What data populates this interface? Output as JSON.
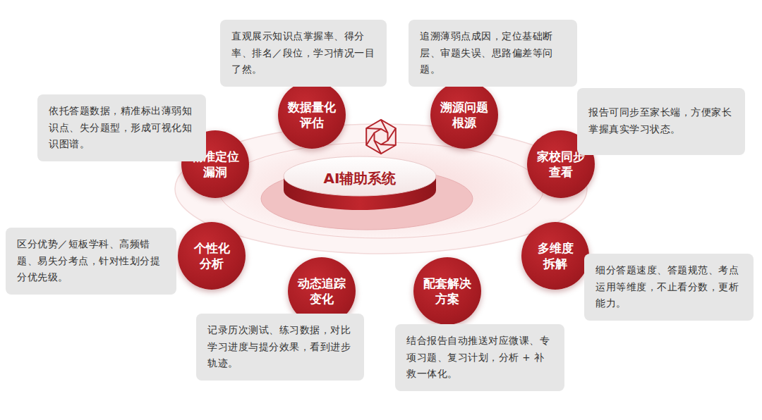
{
  "diagram": {
    "nodes": [
      {
        "text": [
          "AI辅助系统"
        ]
      },
      {
        "text": [
          "数据量化 评估"
        ]
      },
      {
        "text": [
          "直观展示知识点掌握率、得分率、排名／段位，学习情况一目了然。"
        ]
      },
      {
        "text": [
          "溯源问题 根源"
        ]
      },
      {
        "text": [
          "追溯薄弱点成因，定位基础断层、审题失误、思路偏差等问题。"
        ]
      },
      {
        "text": [
          "家校同步 查看"
        ]
      },
      {
        "text": [
          "报告可同步至家长端，方便家长掌握真实学习状态。"
        ]
      },
      {
        "text": [
          "多维度 拆解"
        ]
      },
      {
        "text": [
          "细分答题速度、答题规范、考点运用等维度，不止看分数，更析能力。"
        ]
      },
      {
        "text": [
          "配套解决 方案"
        ]
      },
      {
        "text": [
          "结合报告自动推送对应微课、专项习题、复习计划，分析 + 补救一体化。"
        ]
      },
      {
        "text": [
          "动态追踪 变化"
        ]
      },
      {
        "text": [
          "记录历次测试、练习数据，对比学习进度与提分效果，看到进步轨迹。"
        ]
      },
      {
        "text": [
          "个性化 分析"
        ]
      },
      {
        "text": [
          "区分优势／短板学科、高频错题、易失分考点，针对性划分提分优先级。"
        ]
      },
      {
        "text": [
          "精准定位 漏洞"
        ]
      },
      {
        "text": [
          "依托答题数据，精准标出薄弱知识点、失分题型，形成可视化知识图谱。"
        ]
      }
    ]
  }
}
